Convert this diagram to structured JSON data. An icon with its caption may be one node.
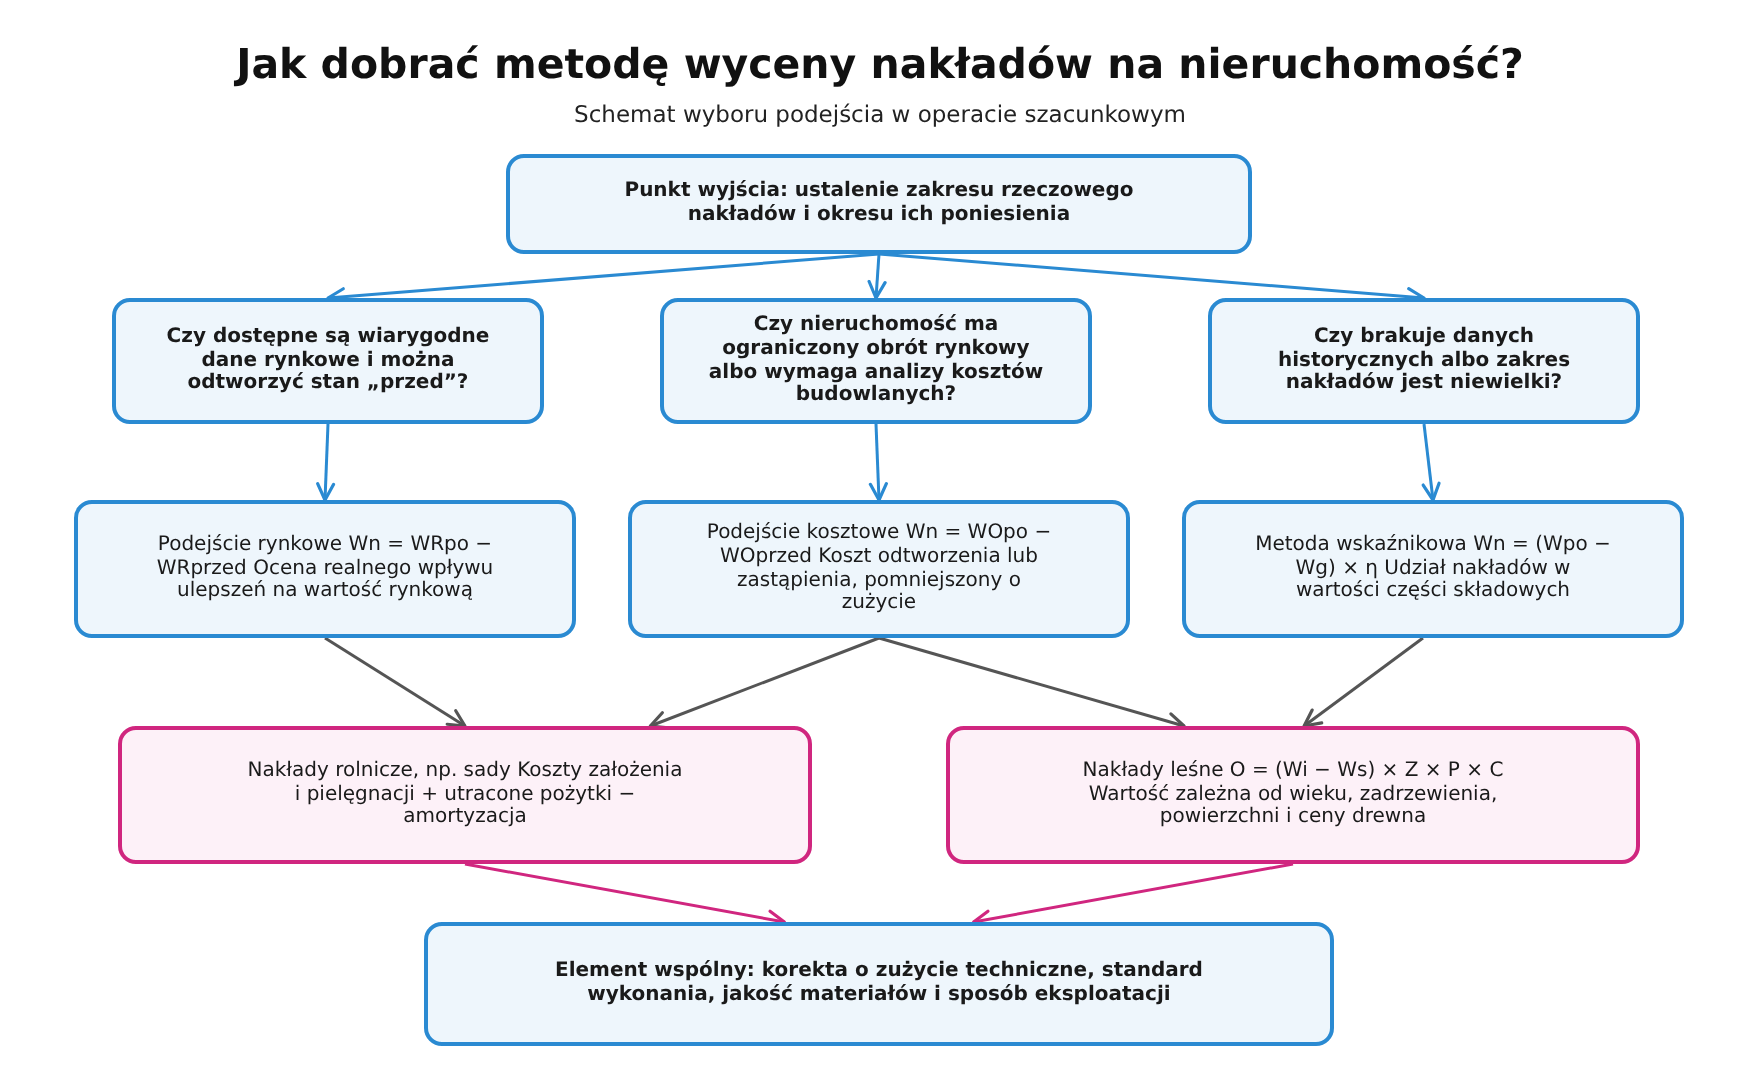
{
  "diagram": {
    "title": "Jak dobrać metodę wyceny nakładów na nieruchomość?",
    "caption": "Schemat wyboru podejścia w operacie szacunkowym",
    "nodes": [
      {
        "text": [
          "Punkt wyjścia: ustalenie zakresu rzeczowego nakładów i okresu ich poniesienia"
        ]
      },
      {
        "text": [
          "Czy dostępne są wiarygodne dane rynkowe i można odtworzyć stan „przed”?"
        ]
      },
      {
        "text": [
          "Czy nieruchomość ma ograniczony obrót rynkowy albo wymaga analizy kosztów budowlanych?"
        ]
      },
      {
        "text": [
          "Czy brakuje danych historycznych albo zakres nakładów jest niewielki?"
        ]
      },
      {
        "text": [
          "Podejście rynkowe Wn = WRpo − WRprzed Ocena realnego wpływu ulepszeń na wartość rynkową"
        ]
      },
      {
        "text": [
          "Podejście kosztowe Wn = WOpo − WOprzed Koszt odtworzenia lub zastąpienia, pomniejszony o zużycie"
        ]
      },
      {
        "text": [
          "Metoda wskaźnikowa Wn = (Wpo − Wg) × η Udział nakładów w wartości części składowych"
        ]
      },
      {
        "text": [
          "Nakłady rolnicze, np. sady Koszty założenia i pielęgnacji + utracone pożytki − amortyzacja"
        ]
      },
      {
        "text": [
          "Nakłady leśne O = (Wi − Ws) × Z × P × C Wartość zależna od wieku, zadrzewienia, powierzchni i ceny drewna"
        ]
      },
      {
        "text": [
          "Element wspólny: korekta o zużycie techniczne, standard wykonania, jakość materiałów i sposób eksploatacji"
        ]
      }
    ],
    "edges": [
      {
        "from": 0,
        "to": 1,
        "arrow": "to"
      },
      {
        "from": 0,
        "to": 2,
        "arrow": "to"
      },
      {
        "from": 0,
        "to": 3,
        "arrow": "to"
      },
      {
        "from": 1,
        "to": 4,
        "arrow": "to"
      },
      {
        "from": 2,
        "to": 5,
        "arrow": "to"
      },
      {
        "from": 3,
        "to": 6,
        "arrow": "to"
      },
      {
        "from": 4,
        "to": 7,
        "arrow": "to",
        "color": "#555555"
      },
      {
        "from": 5,
        "to": 7,
        "arrow": "to",
        "color": "#555555"
      },
      {
        "from": 5,
        "to": 8,
        "arrow": "to",
        "color": "#555555"
      },
      {
        "from": 6,
        "to": 8,
        "arrow": "to",
        "color": "#555555"
      },
      {
        "from": 7,
        "to": 9,
        "arrow": "to",
        "color": "#d0267f"
      },
      {
        "from": 8,
        "to": 9,
        "arrow": "to",
        "color": "#d0267f"
      }
    ]
  }
}
